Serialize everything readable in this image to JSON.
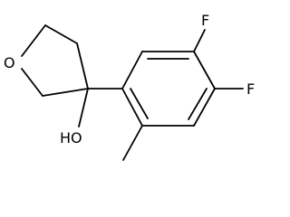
{
  "structure": {
    "atoms": {
      "oxygen_ring": "O",
      "hydroxyl": "HO",
      "fluorine_top": "F",
      "fluorine_right": "F"
    },
    "colors": {
      "bond": "#000000",
      "label": "#000000",
      "background": "#ffffff"
    }
  }
}
